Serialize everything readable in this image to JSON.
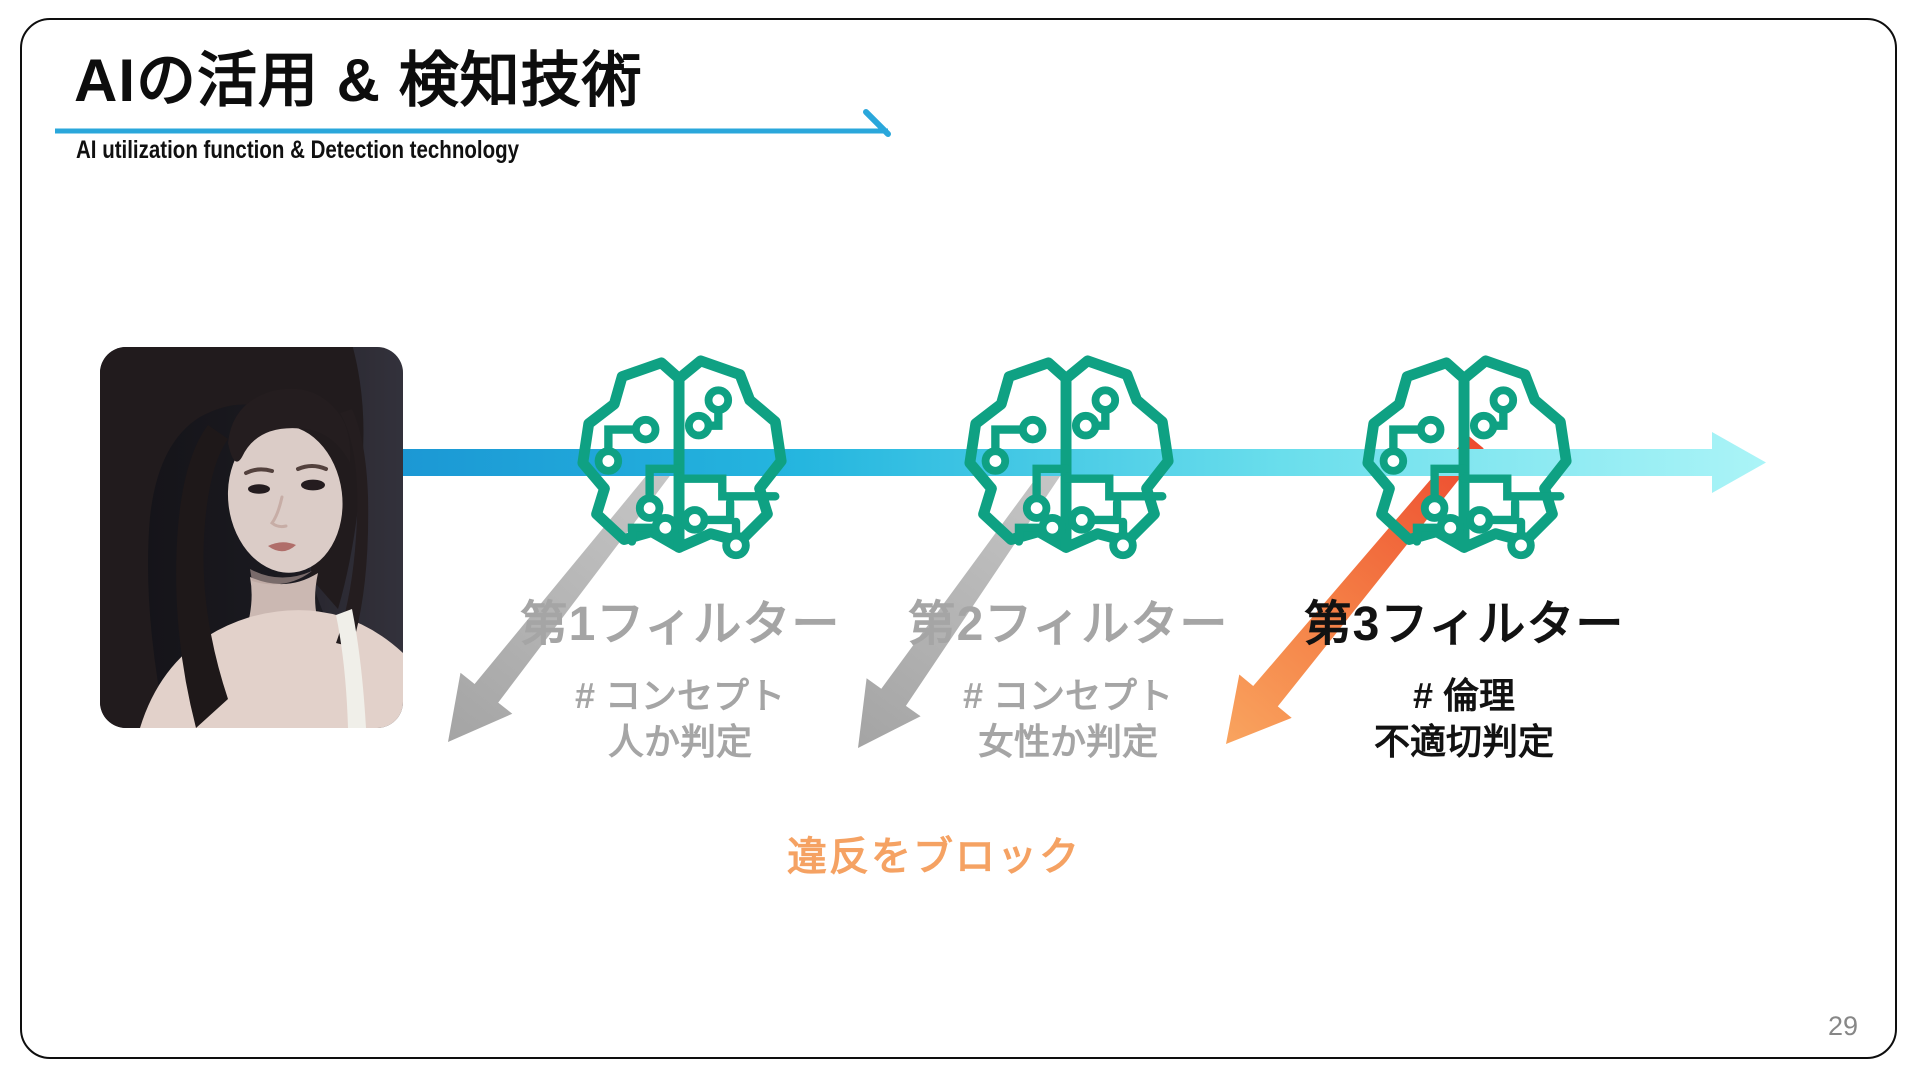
{
  "slide": {
    "title": "AIの活用 & 検知技術",
    "subtitle": "AI utilization function & Detection technology",
    "page_number": "29"
  },
  "filters": [
    {
      "name": "第1フィルター",
      "tag": "# コンセプト",
      "judgement": "人か判定",
      "emphasis": false,
      "icon": "circuit-brain-icon"
    },
    {
      "name": "第2フィルター",
      "tag": "# コンセプト",
      "judgement": "女性か判定",
      "emphasis": false,
      "icon": "circuit-brain-icon"
    },
    {
      "name": "第3フィルター",
      "tag": "# 倫理",
      "judgement": "不適切判定",
      "emphasis": true,
      "icon": "circuit-brain-icon"
    }
  ],
  "block_label": "違反をブロック",
  "colors": {
    "icon_teal": "#0fa183",
    "flow_arrow_start": "#1b97d4",
    "flow_arrow_end": "#abf4f7",
    "underline_blue": "#2aa7db",
    "muted_gray_text": "#a5a5a5",
    "gray_arrow": "#b0b0b0",
    "orange_arrow_start": "#ed4a2f",
    "orange_arrow_end": "#f9a45f",
    "block_text_orange": "#f5a263",
    "emphasis_black": "#121212"
  }
}
